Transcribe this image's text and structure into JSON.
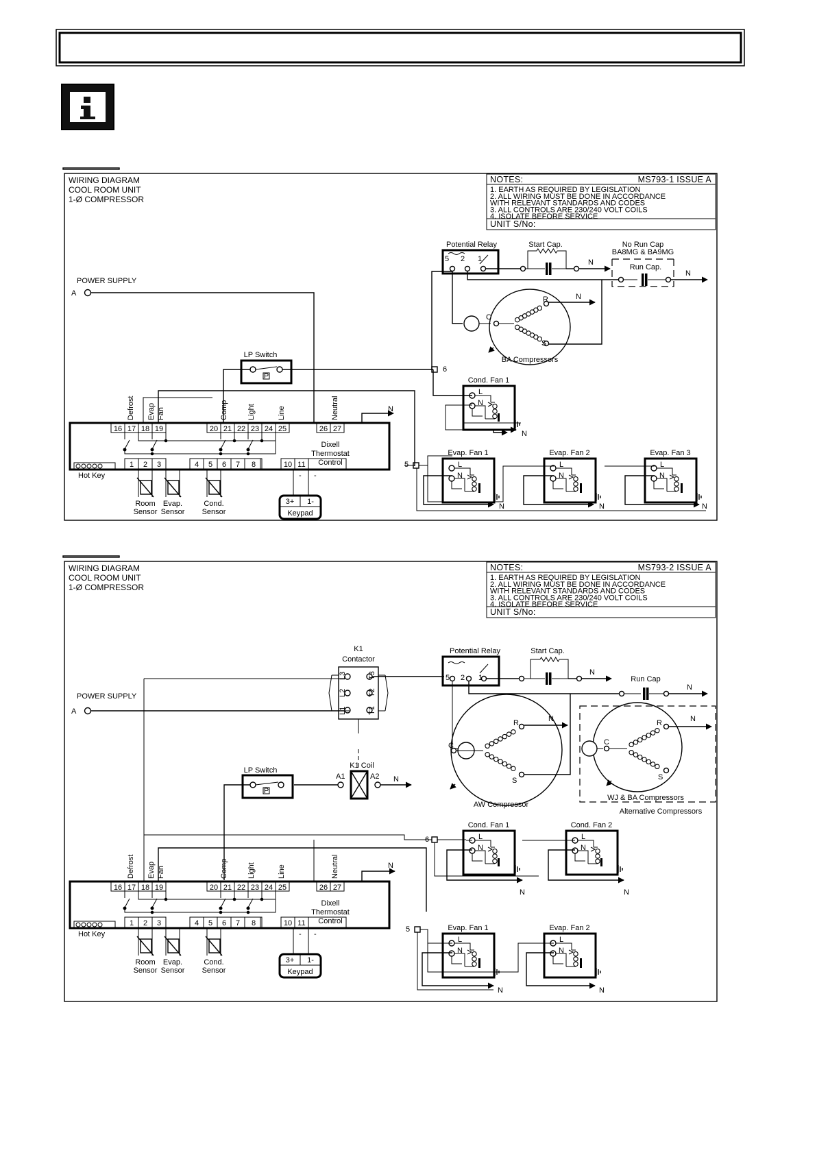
{
  "header": {
    "title": ""
  },
  "info_icon": "info-icon",
  "diagrams": [
    {
      "title": [
        "WIRING DIAGRAM",
        "COOL ROOM UNIT",
        "1-Ø COMPRESSOR"
      ],
      "notes_header": "NOTES:",
      "doc_id": "MS793-1   ISSUE A",
      "notes": [
        "1. EARTH AS REQUIRED BY LEGISLATION",
        "2. ALL WIRING MUST BE DONE IN ACCORDANCE",
        "   WITH RELEVANT STANDARDS AND CODES",
        "3. ALL CONTROLS ARE 230/240 VOLT COILS",
        "4. ISOLATE BEFORE SERVICE"
      ],
      "unit_sno": "UNIT S/No:",
      "labels": {
        "power": "POWER SUPPLY",
        "a": "A",
        "lp": "LP Switch",
        "p": "P",
        "relay": "Potential Relay",
        "startcap": "Start Cap.",
        "norun": "No Run Cap",
        "norun_models": "BA8MG & BA9MG",
        "runcap": "Run Cap.",
        "compressor": "BA Compressors",
        "condfan": "Cond. Fan 1",
        "ef1": "Evap. Fan 1",
        "ef2": "Evap. Fan 2",
        "ef3": "Evap. Fan 3",
        "n": "N",
        "l": "L",
        "c": "C",
        "r": "R",
        "s": "S",
        "t5": "5",
        "t2": "2",
        "t1": "1",
        "j6": "6",
        "j5": "5",
        "hotkey": "Hot Key",
        "room": [
          "Room",
          "Sensor"
        ],
        "evap": [
          "Evap.",
          "Sensor"
        ],
        "cond": [
          "Cond.",
          "Sensor"
        ],
        "keypad": "Keypad",
        "k3": "3+",
        "k1": "1-",
        "km": "-",
        "ctrl": [
          "Dixell",
          "Thermostat",
          "Control"
        ],
        "vert": [
          "Defrost",
          "Evap",
          "Fan",
          "Comp",
          "Light",
          "Line",
          "Neutral"
        ]
      },
      "terminals_top": [
        "16",
        "17",
        "18",
        "19",
        "20",
        "21",
        "22",
        "23",
        "24",
        "25",
        "26",
        "27"
      ],
      "terminals_bottom": [
        "1",
        "2",
        "3",
        "4",
        "5",
        "6",
        "7",
        "8",
        "10",
        "11"
      ]
    },
    {
      "title": [
        "WIRING DIAGRAM",
        "COOL ROOM UNIT",
        "1-Ø COMPRESSOR"
      ],
      "notes_header": "NOTES:",
      "doc_id": "MS793-2   ISSUE A",
      "notes": [
        "1. EARTH AS REQUIRED BY LEGISLATION",
        "2. ALL WIRING MUST BE DONE IN ACCORDANCE",
        "   WITH RELEVANT STANDARDS AND CODES",
        "3. ALL CONTROLS ARE 230/240 VOLT COILS",
        "4. ISOLATE BEFORE SERVICE"
      ],
      "unit_sno": "UNIT S/No:",
      "labels": {
        "power": "POWER SUPPLY",
        "a": "A",
        "lp": "LP Switch",
        "p": "P",
        "k1c": [
          "K1",
          "Contactor"
        ],
        "k1coil": "K1 Coil",
        "a1": "A1",
        "a2": "A2",
        "relay": "Potential Relay",
        "startcap": "Start Cap.",
        "runcap": "Run Cap",
        "aw": "AW Compressor",
        "wjba": "WJ & BA Compressors",
        "alt": "Alternative Compressors",
        "cf1": "Cond. Fan 1",
        "cf2": "Cond. Fan 2",
        "ef1": "Evap. Fan 1",
        "ef2": "Evap. Fan 2",
        "n": "N",
        "l": "L",
        "c": "C",
        "r": "R",
        "s": "S",
        "t5": "5",
        "t2": "2",
        "t1": "1",
        "j6": "6",
        "j5": "5",
        "c_l1": "L1",
        "c_l2": "L2",
        "c_l3": "L3",
        "c_t1": "T1",
        "c_t2": "T2",
        "c_t3": "T3",
        "hotkey": "Hot Key",
        "room": [
          "Room",
          "Sensor"
        ],
        "evap": [
          "Evap.",
          "Sensor"
        ],
        "cond": [
          "Cond.",
          "Sensor"
        ],
        "keypad": "Keypad",
        "k3": "3+",
        "k1": "1-",
        "km": "-",
        "ctrl": [
          "Dixell",
          "Thermostat",
          "Control"
        ],
        "vert": [
          "Defrost",
          "Evap",
          "Fan",
          "Comp",
          "Light",
          "Line",
          "Neutral"
        ]
      },
      "terminals_top": [
        "16",
        "17",
        "18",
        "19",
        "20",
        "21",
        "22",
        "23",
        "24",
        "25",
        "26",
        "27"
      ],
      "terminals_bottom": [
        "1",
        "2",
        "3",
        "4",
        "5",
        "6",
        "7",
        "8",
        "10",
        "11"
      ]
    }
  ]
}
